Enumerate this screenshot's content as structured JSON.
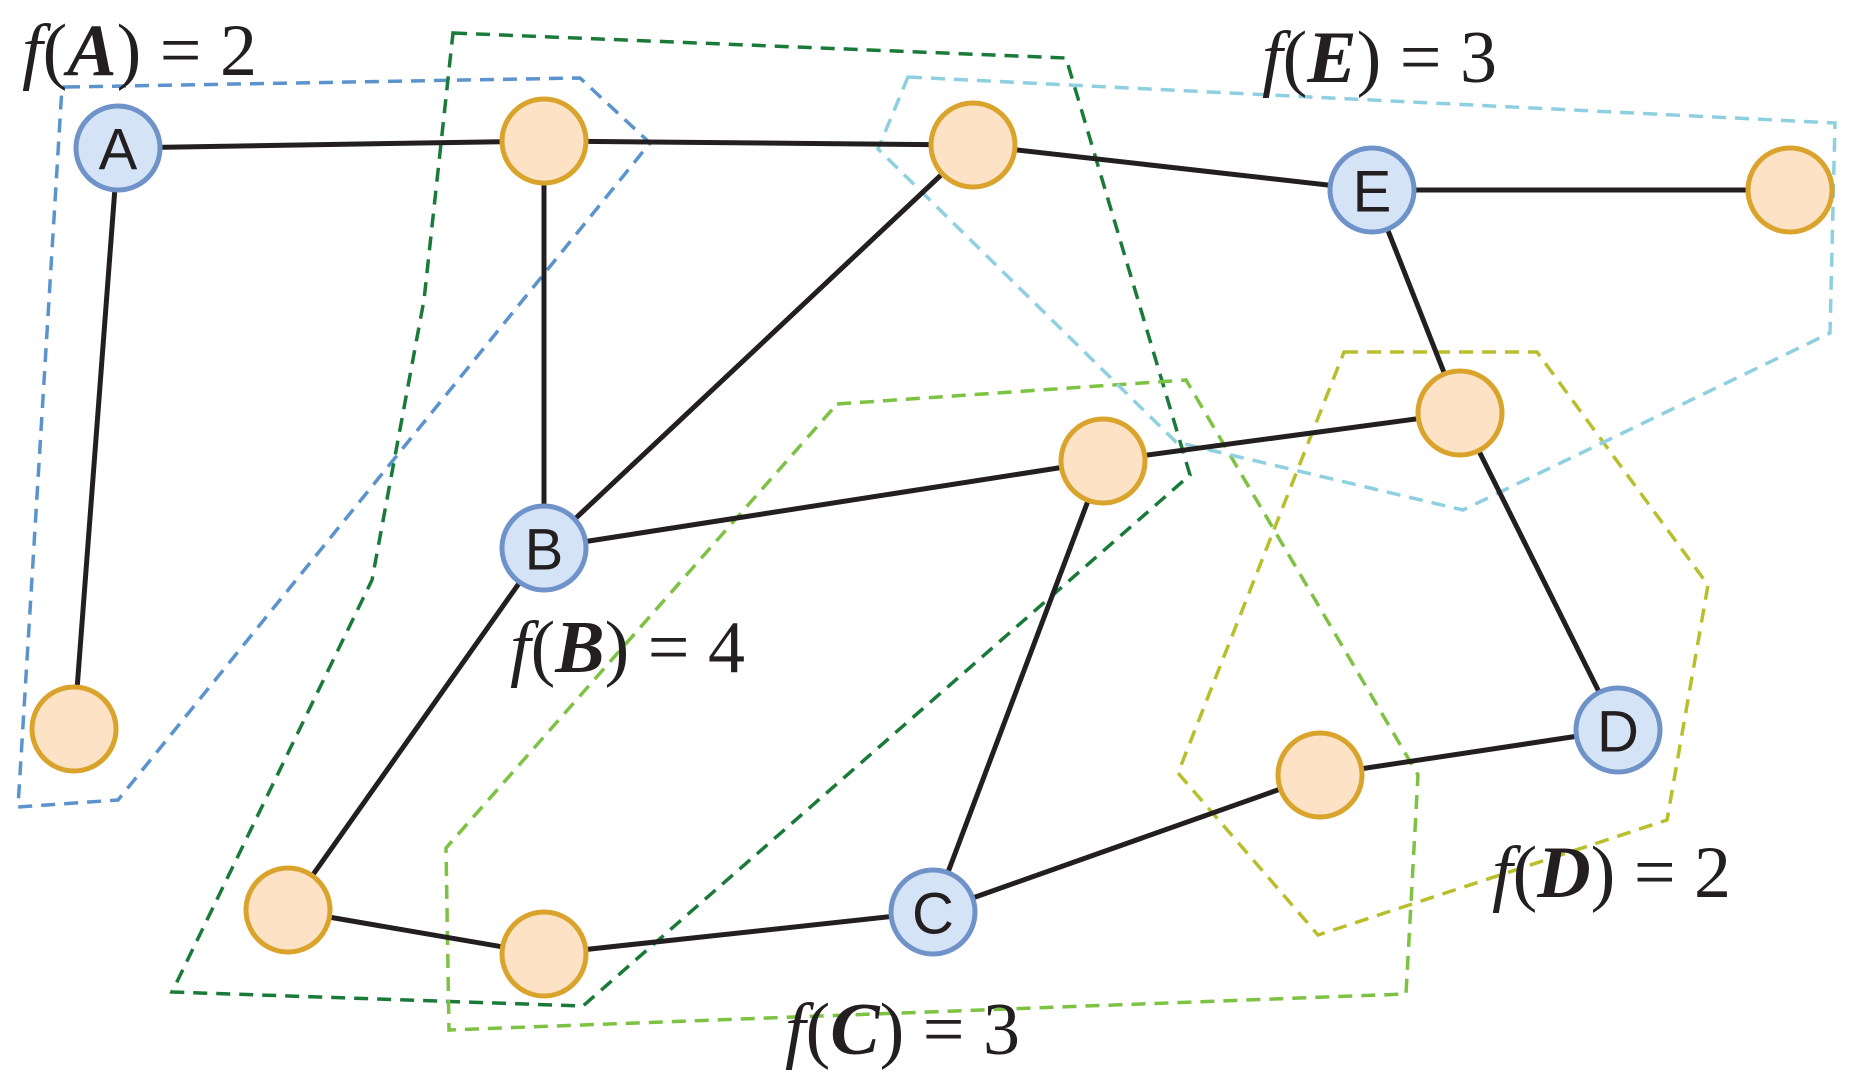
{
  "colors": {
    "edge": "#231f20",
    "center_fill": "#d4e3f6",
    "center_stroke": "#6f93c8",
    "plain_fill": "#fde2c6",
    "plain_stroke": "#d9a32c",
    "region_A": "#5b93cd",
    "region_B": "#1a7a3a",
    "region_C": "#7dc242",
    "region_D": "#b9bf2c",
    "region_E": "#8fd0e0"
  },
  "nodes": [
    {
      "id": "A",
      "label": "A",
      "center": true
    },
    {
      "id": "n1",
      "label": "",
      "center": false
    },
    {
      "id": "n2",
      "label": "",
      "center": false
    },
    {
      "id": "E",
      "label": "E",
      "center": true
    },
    {
      "id": "n3",
      "label": "",
      "center": false
    },
    {
      "id": "n4",
      "label": "",
      "center": false
    },
    {
      "id": "n5",
      "label": "",
      "center": false
    },
    {
      "id": "B",
      "label": "B",
      "center": true
    },
    {
      "id": "n6",
      "label": "",
      "center": false
    },
    {
      "id": "D",
      "label": "D",
      "center": true
    },
    {
      "id": "n7",
      "label": "",
      "center": false
    },
    {
      "id": "n8",
      "label": "",
      "center": false
    },
    {
      "id": "n9",
      "label": "",
      "center": false
    },
    {
      "id": "C",
      "label": "C",
      "center": true
    }
  ],
  "edges": [
    [
      "A",
      "n1"
    ],
    [
      "n1",
      "n2"
    ],
    [
      "n2",
      "E"
    ],
    [
      "E",
      "n3"
    ],
    [
      "A",
      "n6"
    ],
    [
      "n1",
      "B"
    ],
    [
      "B",
      "n2"
    ],
    [
      "B",
      "n5"
    ],
    [
      "n5",
      "n4"
    ],
    [
      "E",
      "n4"
    ],
    [
      "n4",
      "D"
    ],
    [
      "B",
      "n8"
    ],
    [
      "n8",
      "n9"
    ],
    [
      "n9",
      "C"
    ],
    [
      "C",
      "n5"
    ],
    [
      "C",
      "n7"
    ],
    [
      "n7",
      "D"
    ]
  ],
  "formulas": {
    "A": {
      "f": "f",
      "open": "(",
      "var": "A",
      "close": ")",
      "rest": " = 2"
    },
    "B": {
      "f": "f",
      "open": "(",
      "var": "B",
      "close": ")",
      "rest": " = 4"
    },
    "C": {
      "f": "f",
      "open": "(",
      "var": "C",
      "close": ")",
      "rest": " = 3"
    },
    "D": {
      "f": "f",
      "open": "(",
      "var": "D",
      "close": ")",
      "rest": " = 2"
    },
    "E": {
      "f": "f",
      "open": "(",
      "var": "E",
      "close": ")",
      "rest": " = 3"
    }
  }
}
